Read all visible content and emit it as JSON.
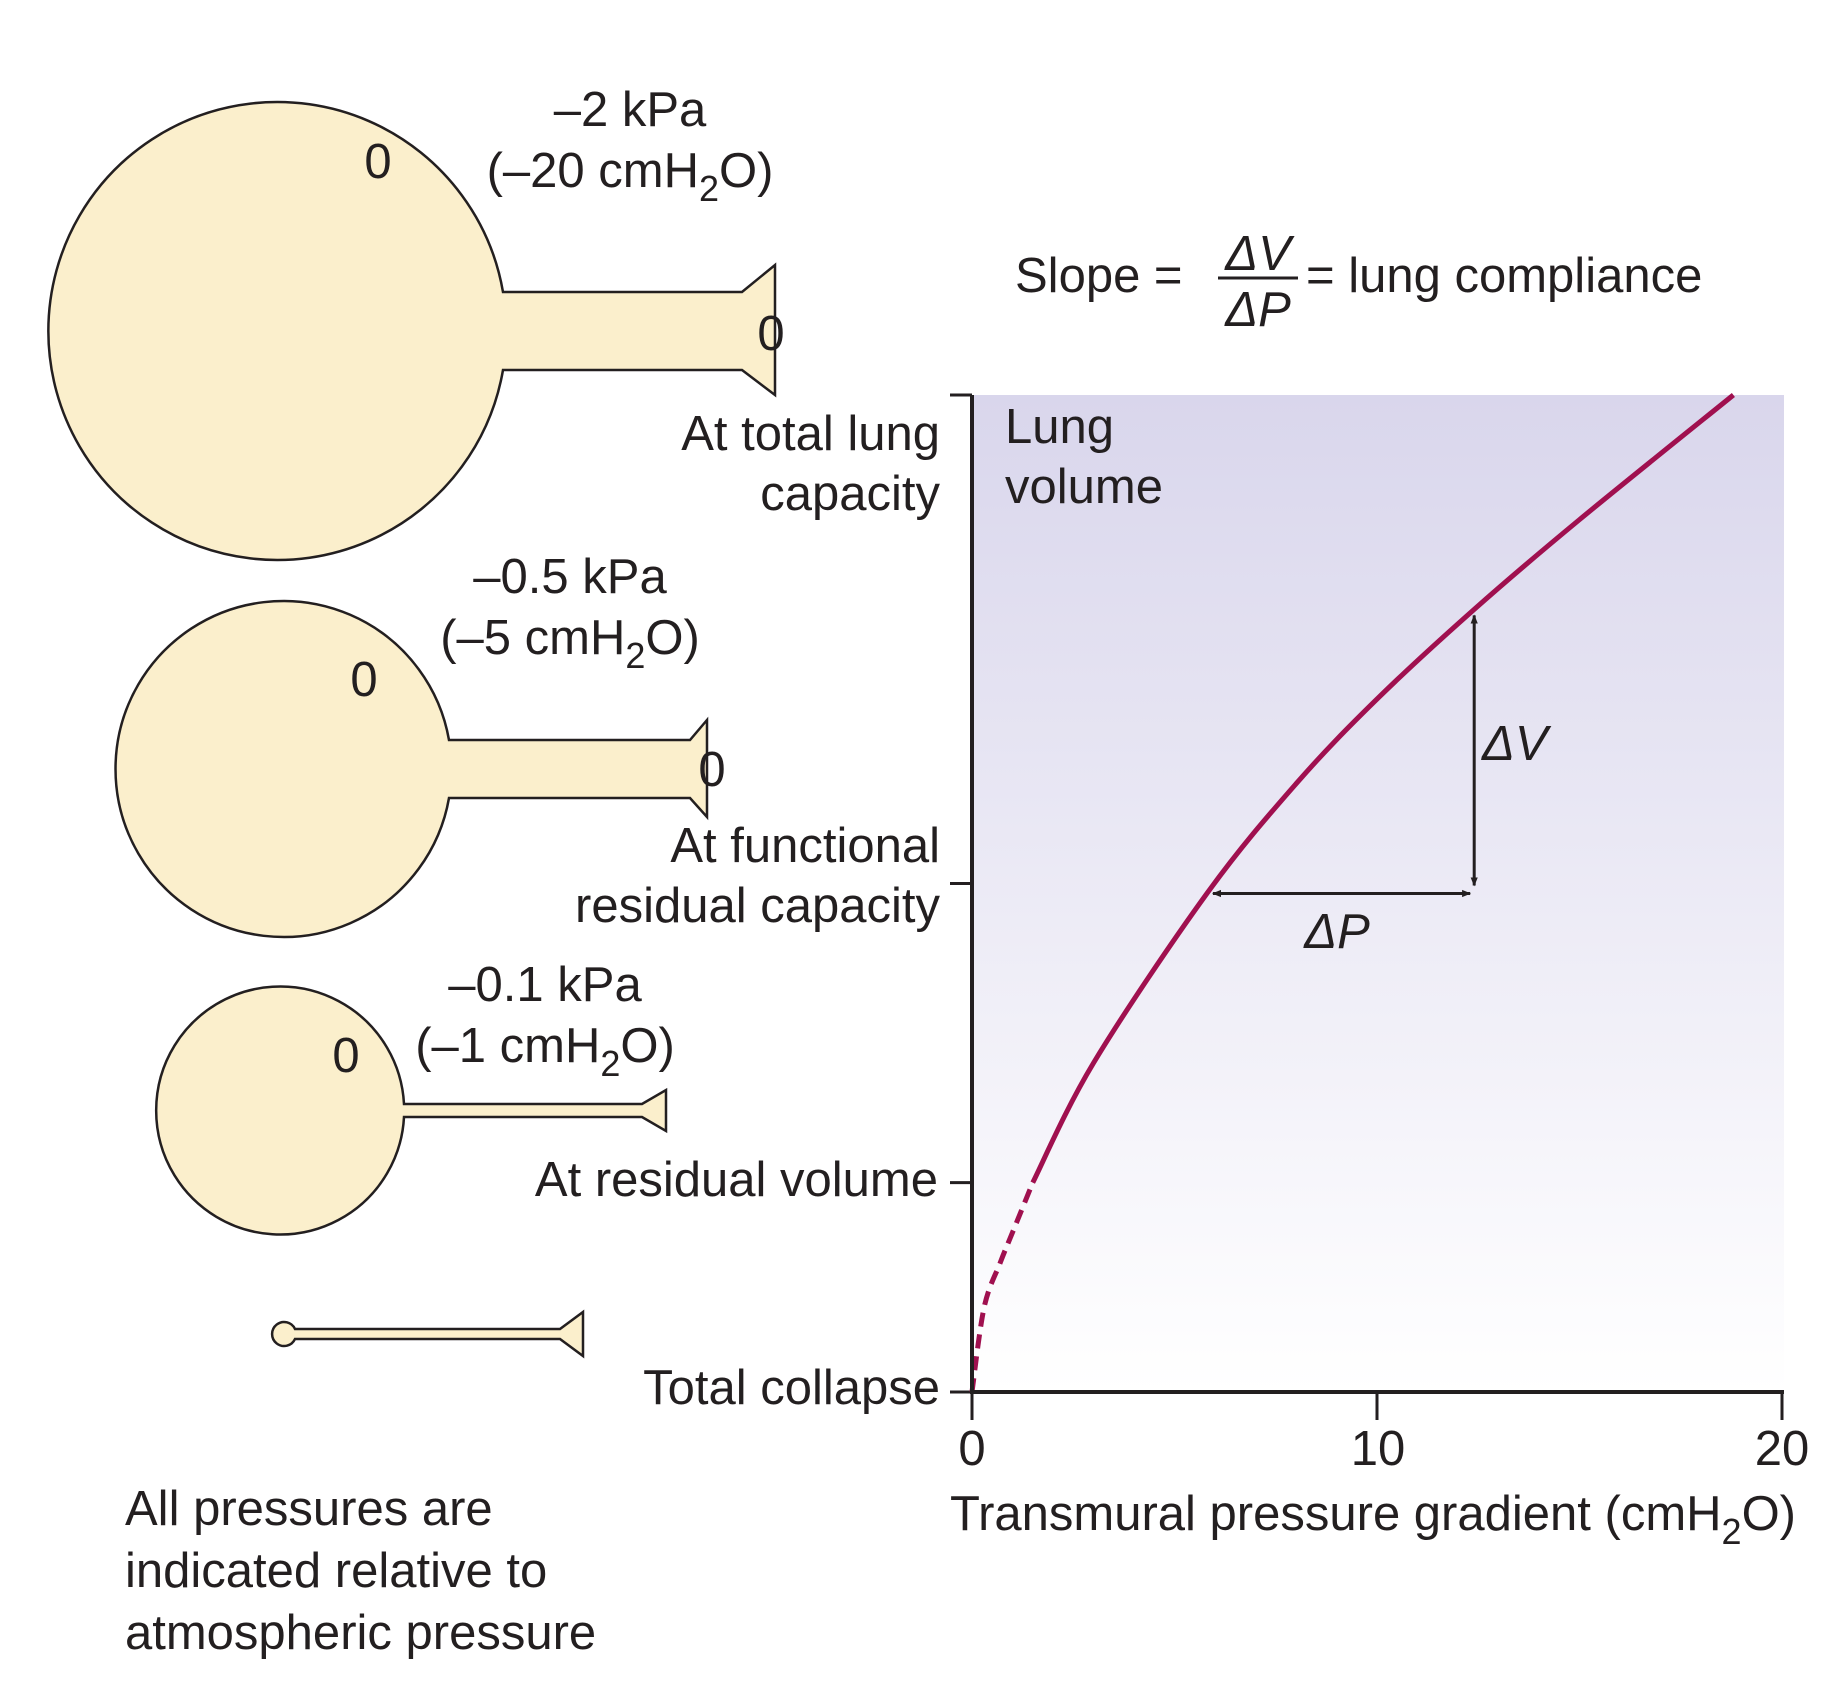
{
  "balloons": [
    {
      "pressure_kpa": "–2 kPa",
      "pressure_cm_pre": "(–20 cmH",
      "pressure_cm_sub": "2",
      "pressure_cm_post": "O)",
      "inner_zero": "0",
      "mouth_zero": "0",
      "state_label_lines": [
        "At total lung",
        "capacity"
      ]
    },
    {
      "pressure_kpa": "–0.5 kPa",
      "pressure_cm_pre": "(–5 cmH",
      "pressure_cm_sub": "2",
      "pressure_cm_post": "O)",
      "inner_zero": "0",
      "mouth_zero": "0",
      "state_label_lines": [
        "At functional",
        "residual capacity"
      ]
    },
    {
      "pressure_kpa": "–0.1 kPa",
      "pressure_cm_pre": "(–1 cmH",
      "pressure_cm_sub": "2",
      "pressure_cm_post": "O)",
      "inner_zero": "0",
      "state_label_lines": [
        "At residual volume"
      ]
    },
    {
      "state_label_lines": [
        "Total collapse"
      ]
    }
  ],
  "footnote_lines": [
    "All pressures are",
    "indicated relative to",
    "atmospheric pressure"
  ],
  "formula": {
    "prefix": "Slope =",
    "numerator": "ΔV",
    "denominator": "ΔP",
    "suffix": "= lung compliance"
  },
  "colors": {
    "balloon_fill": "#fbefcc",
    "curve": "#a0104f",
    "plot_bg_top": "#d9d6ec",
    "plot_bg_bottom": "#ffffff",
    "axis": "#231f20"
  },
  "chart_data": {
    "type": "line",
    "xlabel_pre": "Transmural pressure gradient (cmH",
    "xlabel_sub": "2",
    "xlabel_post": "O)",
    "ylabel_lines": [
      "Lung",
      "volume"
    ],
    "xlim": [
      0,
      20
    ],
    "x_ticks": [
      "0",
      "10",
      "20"
    ],
    "ylim": [
      0,
      1
    ],
    "y_marked_levels": [
      {
        "label": "Total collapse",
        "y": 0
      },
      {
        "label": "At residual volume",
        "y": 0.21
      },
      {
        "label": "At functional residual capacity",
        "y": 0.51
      },
      {
        "label": "At total lung capacity",
        "y": 1.0
      }
    ],
    "curve_description": "compliance curve, dashed below residual volume",
    "series": [
      {
        "style": "dashed",
        "x": [
          0,
          0.3,
          0.7,
          1.0,
          1.5
        ],
        "y": [
          0,
          0.085,
          0.13,
          0.16,
          0.21
        ]
      },
      {
        "style": "solid",
        "x": [
          1.5,
          3,
          5.8,
          8,
          10,
          12.4,
          15,
          18.8
        ],
        "y": [
          0.21,
          0.33,
          0.5,
          0.61,
          0.695,
          0.785,
          0.875,
          1.0
        ]
      }
    ],
    "annotations": {
      "delta_p": {
        "label": "ΔP",
        "x_from": 5.8,
        "x_to": 12.4,
        "y": 0.5
      },
      "delta_v": {
        "label": "ΔV",
        "x": 12.4,
        "y_from": 0.5,
        "y_to": 0.785
      }
    },
    "grid": false
  }
}
